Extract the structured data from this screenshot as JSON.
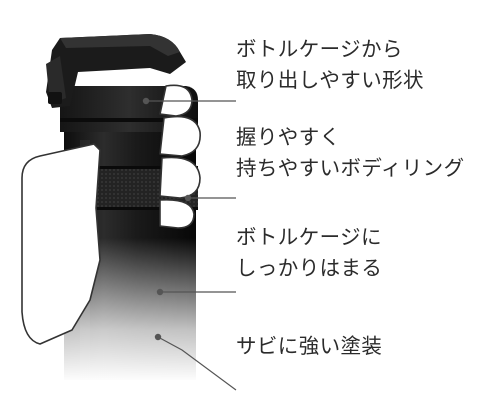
{
  "callouts": [
    {
      "lines": [
        "ボトルケージから",
        "取り出しやすい形状"
      ]
    },
    {
      "lines": [
        "握りやすく",
        "持ちやすいボディリング"
      ]
    },
    {
      "lines": [
        "ボトルケージに",
        "しっかりはまる"
      ]
    },
    {
      "lines": [
        "サビに強い塗装"
      ]
    }
  ],
  "colors": {
    "text": "#2b2b2b",
    "bottle": "#1c1c1c",
    "leader": "#555555"
  }
}
